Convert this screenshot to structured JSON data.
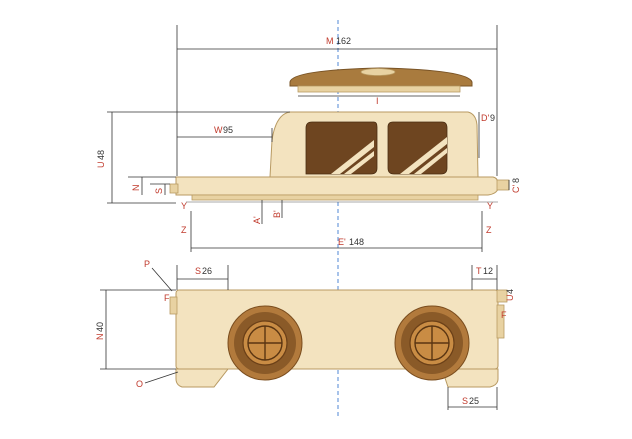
{
  "labels": {
    "M": "M",
    "M_val": "162",
    "W": "W",
    "W_val": "95",
    "U": "U",
    "U_val": "48",
    "N": "N",
    "S": "S",
    "D": "D'",
    "D_val": "9",
    "C": "C'",
    "C_val": "8",
    "Y_left": "Y",
    "Y_right": "Y",
    "Z_left": "Z",
    "Z_right": "Z",
    "A": "A'",
    "B": "B'",
    "E": "E'",
    "E_val": "148",
    "I": "I",
    "P": "P",
    "S26": "S",
    "S26_val": "26",
    "T": "T",
    "T_val": "12",
    "F_left": "F",
    "F_right": "F",
    "U4": "U",
    "U4_val": "4",
    "N40": "N",
    "N40_val": "40",
    "O": "O",
    "S25": "S",
    "S25_val": "25"
  },
  "colors": {
    "body": "#f3e3bf",
    "roof": "#a97b3e",
    "window": "#6e4520",
    "wheel": "#b27a3c",
    "axis": "#3d7bd1",
    "label_red": "#c0392b"
  }
}
